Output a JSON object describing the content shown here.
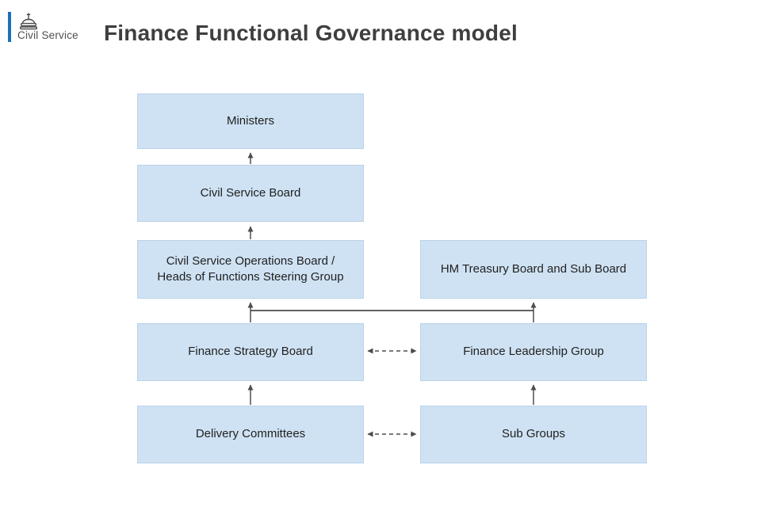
{
  "header": {
    "logo_label": "Civil Service",
    "logo_bar_color": "#1d70b8",
    "title": "Finance Functional Governance model"
  },
  "diagram": {
    "box_fill_color": "#cfe2f3",
    "line_color": "#4d4d4d",
    "nodes": [
      {
        "id": "ministers",
        "label": "Ministers"
      },
      {
        "id": "civil-service-board",
        "label": "Civil Service Board"
      },
      {
        "id": "cs-operations-board",
        "label": "Civil Service Operations Board /",
        "label2": "Heads of Functions Steering Group"
      },
      {
        "id": "hm-treasury-board",
        "label": "HM Treasury Board and Sub Board"
      },
      {
        "id": "finance-strategy-board",
        "label": "Finance Strategy Board"
      },
      {
        "id": "finance-leadership-group",
        "label": "Finance Leadership Group"
      },
      {
        "id": "delivery-committees",
        "label": "Delivery Committees"
      },
      {
        "id": "sub-groups",
        "label": "Sub Groups"
      }
    ],
    "edges": [
      {
        "from": "civil-service-board",
        "to": "ministers",
        "style": "solid-arrow-up"
      },
      {
        "from": "cs-operations-board",
        "to": "civil-service-board",
        "style": "solid-arrow-up"
      },
      {
        "from": "finance-strategy-board",
        "to": "cs-operations-board",
        "style": "solid-arrow-up"
      },
      {
        "from": "finance-leadership-group",
        "to": "hm-treasury-board",
        "style": "solid-arrow-up"
      },
      {
        "from": "finance-strategy-board",
        "to": "finance-leadership-group",
        "style": "dashed-double-arrow"
      },
      {
        "from": "delivery-committees",
        "to": "finance-strategy-board",
        "style": "solid-arrow-up"
      },
      {
        "from": "sub-groups",
        "to": "finance-leadership-group",
        "style": "solid-arrow-up"
      },
      {
        "from": "delivery-committees",
        "to": "sub-groups",
        "style": "dashed-double-arrow"
      },
      {
        "from": "finance-strategy-board-connector",
        "to": "finance-leadership-group-connector",
        "style": "horizontal-cross-link"
      }
    ]
  }
}
